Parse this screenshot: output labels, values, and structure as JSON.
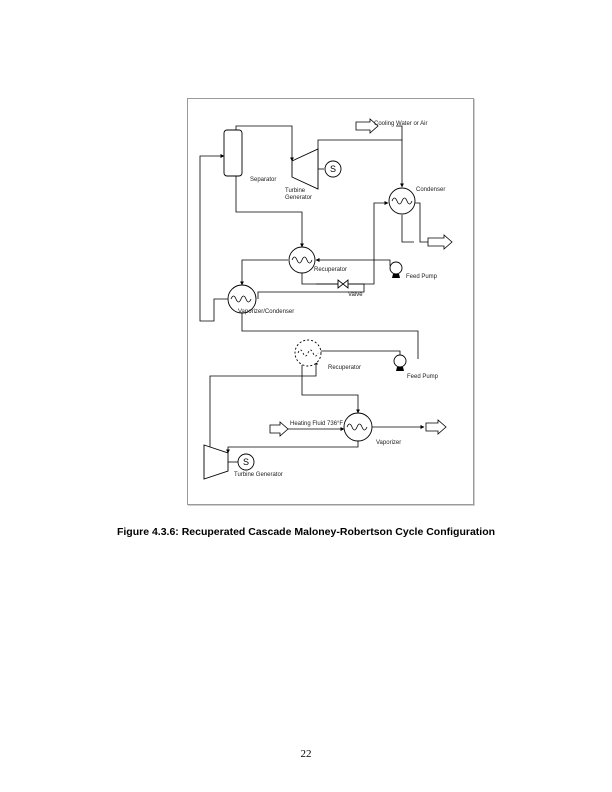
{
  "diagram": {
    "labels": {
      "cooling": "Cooling Water or Air",
      "separator": "Separator",
      "turbine_gen_top_1": "Turbine",
      "turbine_gen_top_2": "Generator",
      "condenser": "Condenser",
      "recuperator_top": "Recuperator",
      "feed_pump_top": "Feed Pump",
      "valve": "Valve",
      "vaporizer_condenser": "Vaporizer/Condenser",
      "recuperator_bottom": "Recuperator",
      "feed_pump_bottom": "Feed Pump",
      "heating_fluid": "Heating Fluid 736°F",
      "vaporizer": "Vaporizer",
      "turbine_gen_bottom": "Turbine Generator"
    }
  },
  "caption": "Figure 4.3.6:  Recuperated Cascade Maloney-Robertson Cycle Configuration",
  "page_number": "22"
}
